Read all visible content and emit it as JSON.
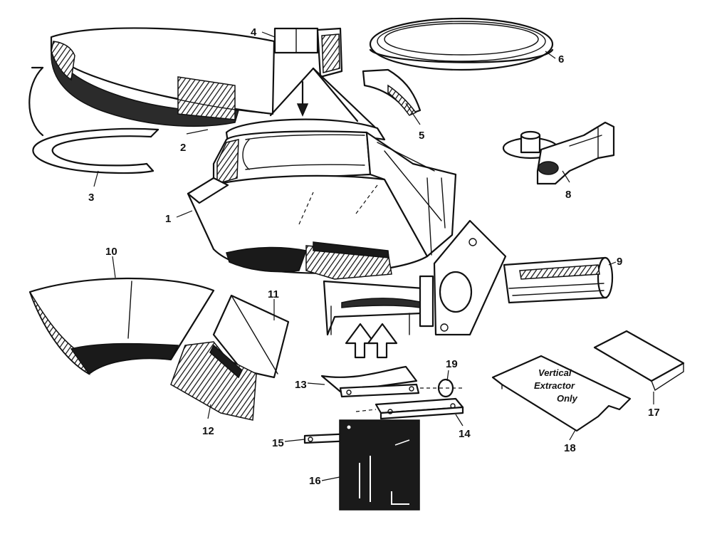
{
  "callouts": [
    "1",
    "2",
    "3",
    "4",
    "5",
    "6",
    "8",
    "9",
    "10",
    "11",
    "12",
    "13",
    "14",
    "15",
    "16",
    "17",
    "18",
    "19"
  ],
  "plate_text": [
    "Vertical",
    "Extractor",
    "Only"
  ],
  "colors": {
    "ink": "#111111",
    "paper": "#ffffff",
    "shade": "#2b2b2b"
  }
}
